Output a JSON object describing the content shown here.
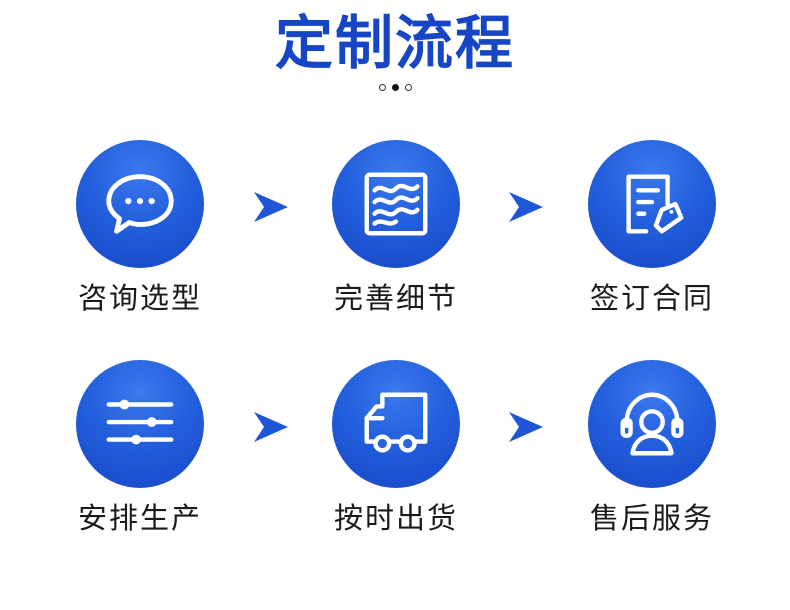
{
  "title": "定制流程",
  "colors": {
    "primary": "#1646c6",
    "primary_light": "#3b79ee",
    "text": "#1a1a1a"
  },
  "steps": [
    {
      "label": "咨询选型",
      "icon": "chat-bubble-icon"
    },
    {
      "label": "完善细节",
      "icon": "waves-document-icon"
    },
    {
      "label": "签订合同",
      "icon": "contract-sign-icon"
    },
    {
      "label": "安排生产",
      "icon": "sliders-icon"
    },
    {
      "label": "按时出货",
      "icon": "truck-icon"
    },
    {
      "label": "售后服务",
      "icon": "headset-service-icon"
    }
  ]
}
